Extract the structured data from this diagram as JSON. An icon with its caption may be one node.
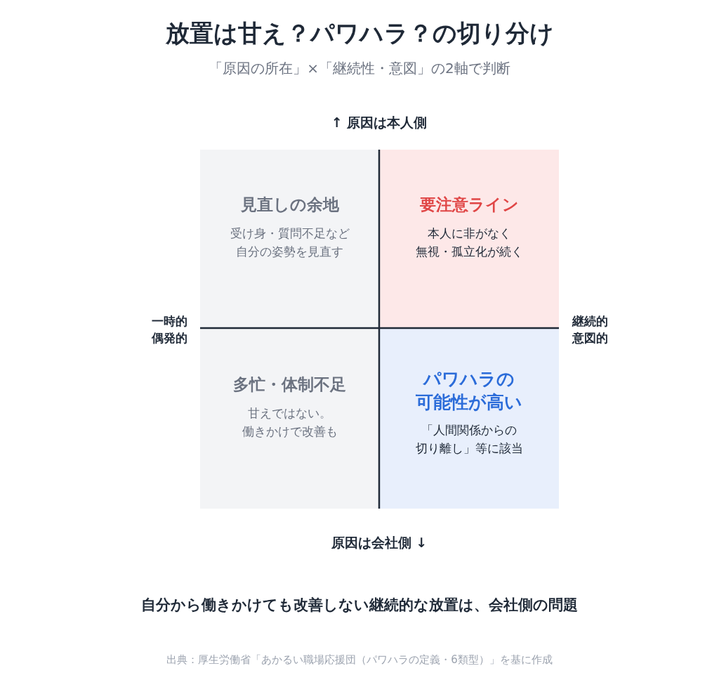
{
  "diagram": {
    "title": "放置は甘え？パワハラ？の切り分け",
    "nodes": [
      {
        "text": [
          "見直しの余地",
          "受け身・質問不足など自分の姿勢を見直す"
        ]
      },
      {
        "text": [
          "要注意ライン",
          "本人に非がなく無視・孤立化が続く"
        ]
      },
      {
        "text": [
          "多忙・体制不足",
          "甘えではない。働きかけで改善も"
        ]
      },
      {
        "text": [
          "パワハラの可能性が高い",
          "「人間関係からの切り離し」等に該当"
        ]
      }
    ],
    "labels": [
      "「原因の所在」×「継続性・意図」の2軸で判断",
      "↑ 原因は本人側",
      "一時的偶発的",
      "継続的意図的",
      "原因は会社側 ↓",
      "自分から働きかけても改善しない継続的な放置は、会社側の問題"
    ],
    "caption": "出典：厚生労働省「あかるい職場応援団（パワハラの定義・6類型）」を基に作成"
  }
}
